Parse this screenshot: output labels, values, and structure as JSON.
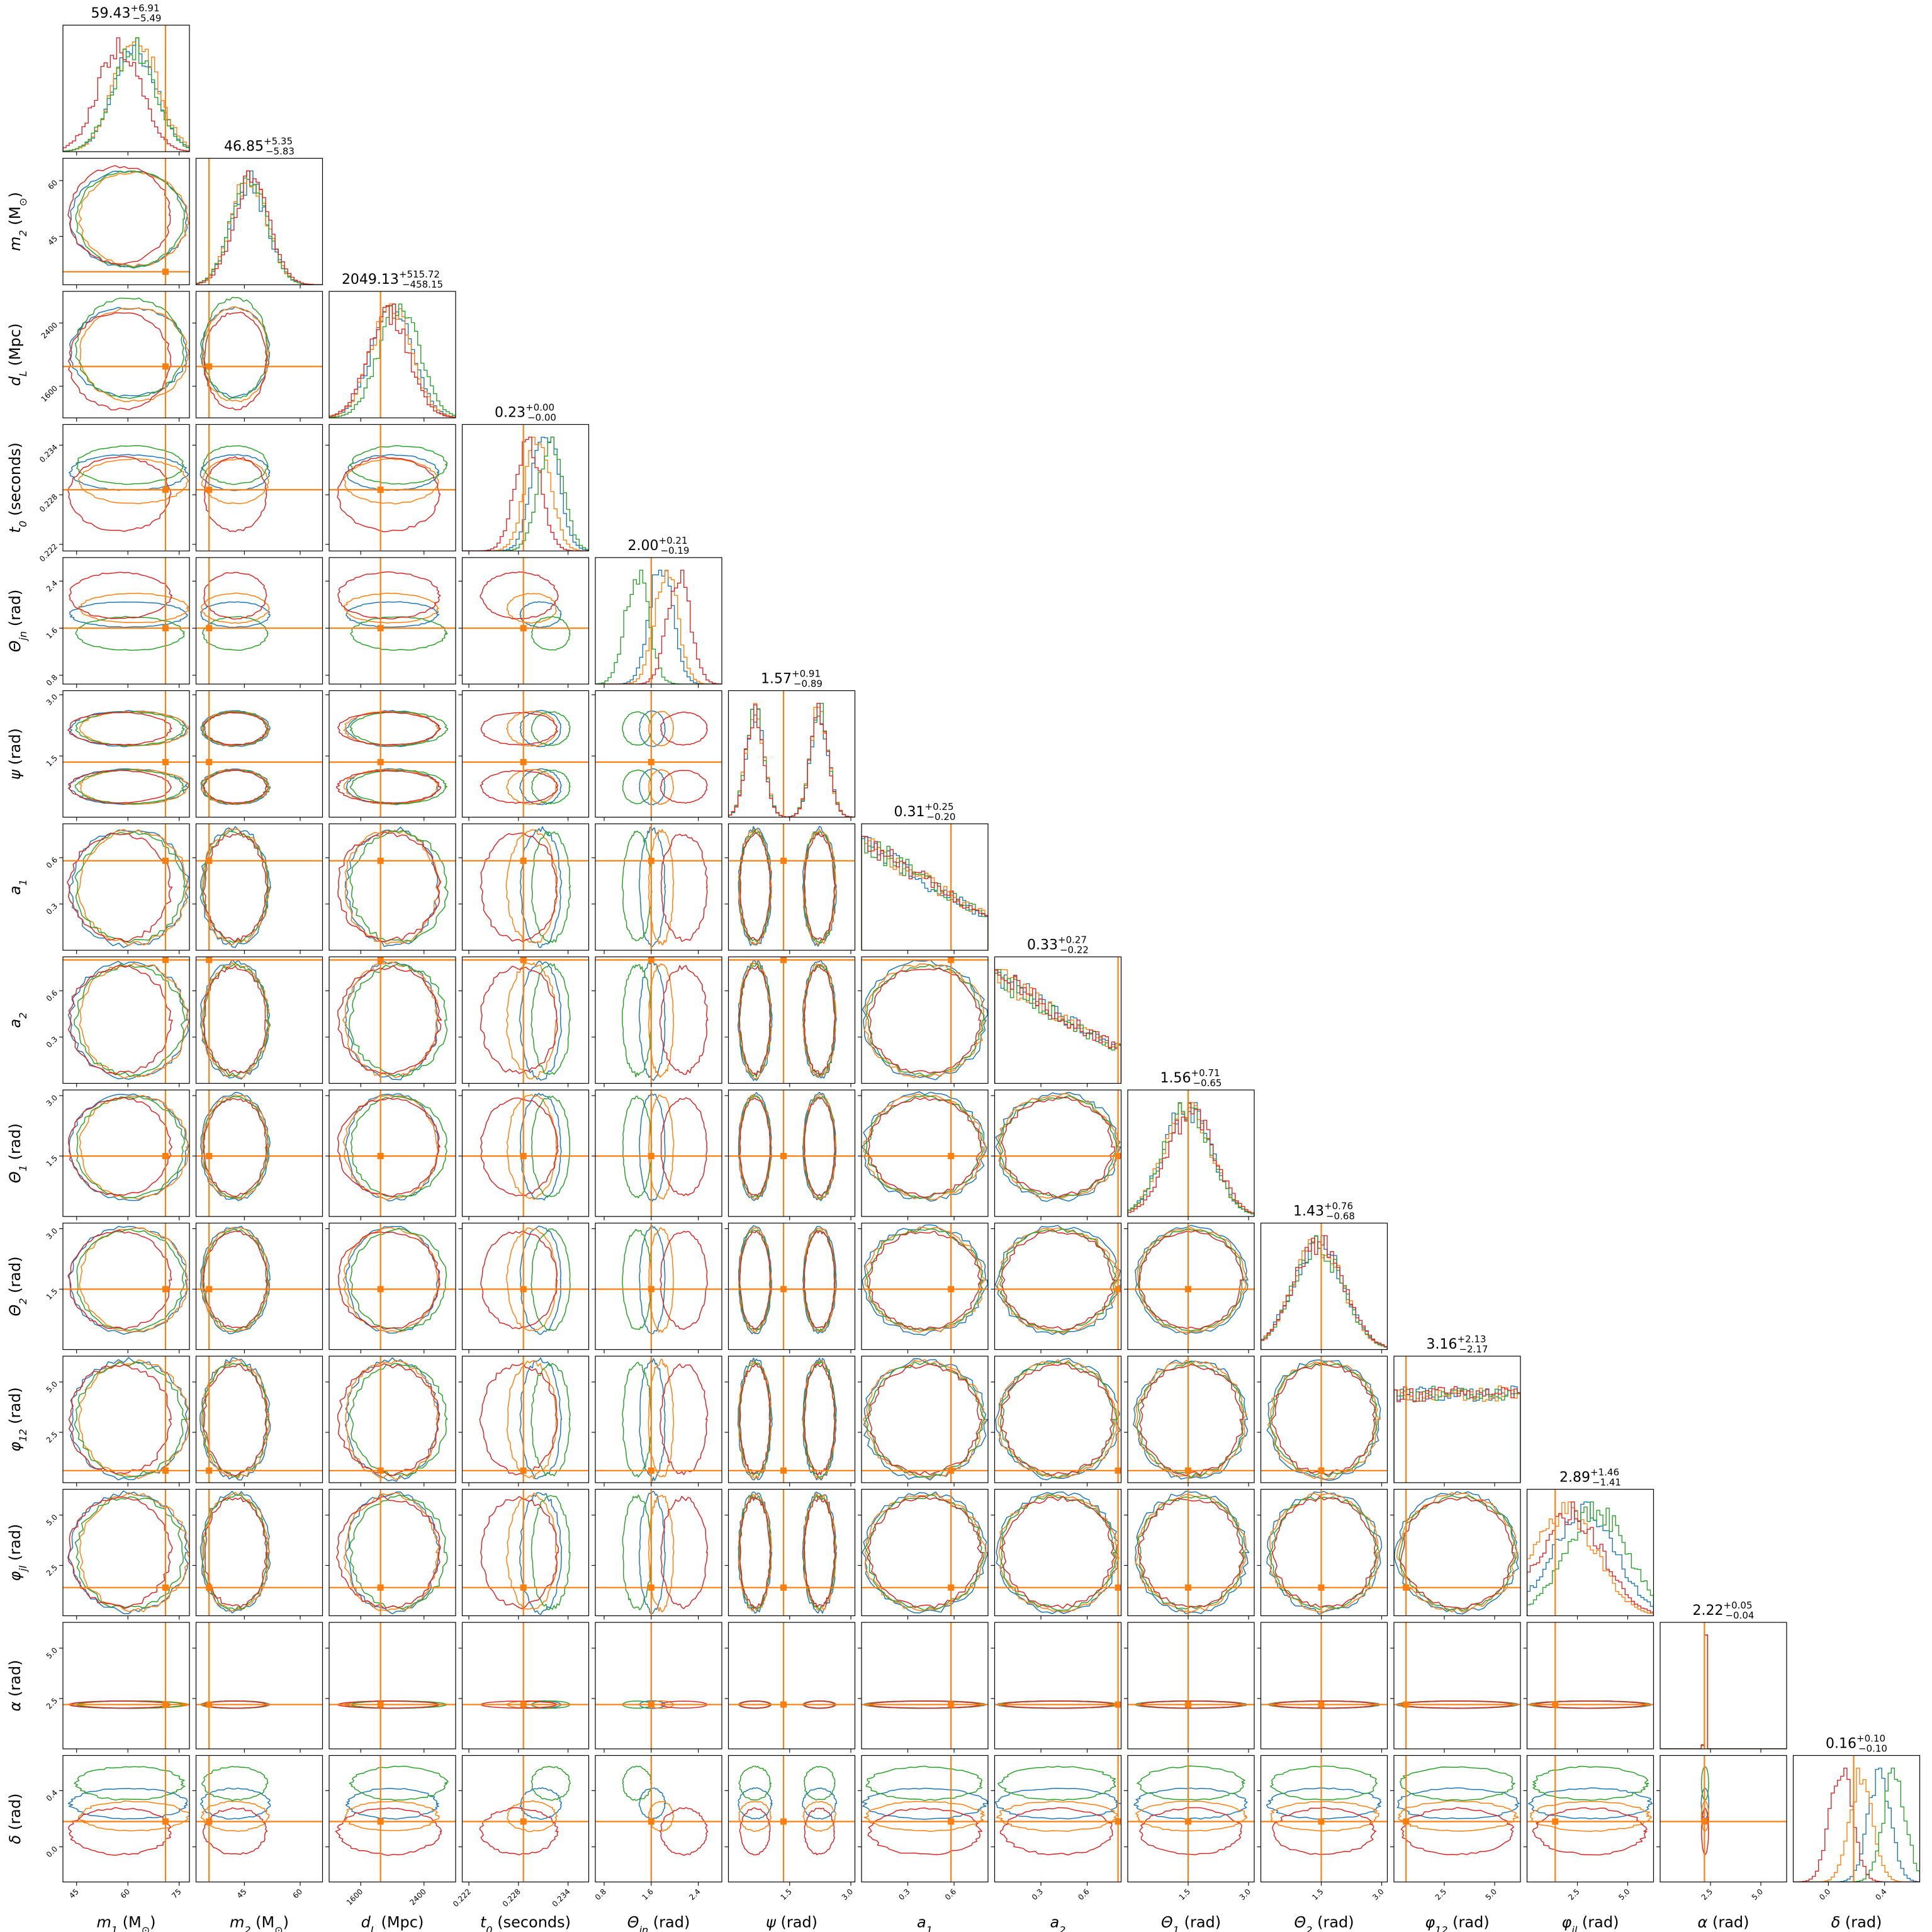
{
  "chart_data": {
    "type": "corner",
    "series": [
      {
        "color": "#1f77b4"
      },
      {
        "color": "#ff7f0e"
      },
      {
        "color": "#2ca02c"
      },
      {
        "color": "#d62728"
      }
    ],
    "truth_color": "#ff7f0e",
    "parameters": [
      {
        "label": "m_1 (M_⊙)",
        "label_base": "m",
        "label_sub": "1",
        "label_unit": " (M",
        "label_unit_sub": "⊙",
        "label_unit_end": ")",
        "range": [
          41,
          78
        ],
        "ticks": [
          45,
          60,
          75
        ],
        "tick_labels": [
          "45",
          "60",
          "75"
        ],
        "truth": 71,
        "median": "59.43",
        "plus": "+6.91",
        "minus": "−5.49"
      },
      {
        "label": "m_2 (M_⊙)",
        "label_base": "m",
        "label_sub": "2",
        "label_unit": " (M",
        "label_unit_sub": "⊙",
        "label_unit_end": ")",
        "range": [
          32,
          66
        ],
        "ticks": [
          45,
          60
        ],
        "tick_labels": [
          "45",
          "60"
        ],
        "truth": 35.5,
        "median": "46.85",
        "plus": "+5.35",
        "minus": "−5.83"
      },
      {
        "label": "d_L (Mpc)",
        "label_base": "d",
        "label_sub": "L",
        "label_unit": " (Mpc)",
        "range": [
          1200,
          2800
        ],
        "ticks": [
          1600,
          2400
        ],
        "tick_labels": [
          "1600",
          "2400"
        ],
        "truth": 1850,
        "median": "2049.13",
        "plus": "+515.72",
        "minus": "−458.15"
      },
      {
        "label": "t_0 (seconds)",
        "label_base": "t",
        "label_sub": "0",
        "label_unit": " (seconds)",
        "range": [
          0.2212,
          0.2365
        ],
        "ticks": [
          0.222,
          0.228,
          0.234
        ],
        "tick_labels": [
          "0.222",
          "0.228",
          "0.234"
        ],
        "truth": 0.2286,
        "median": "0.23",
        "plus": "+0.00",
        "minus": "−0.00"
      },
      {
        "label": "Θ_jn (rad)",
        "label_base": "Θ",
        "label_sub": "jn",
        "label_unit": " (rad)",
        "range": [
          0.65,
          2.8
        ],
        "ticks": [
          0.8,
          1.6,
          2.4
        ],
        "tick_labels": [
          "0.8",
          "1.6",
          "2.4"
        ],
        "truth": 1.6,
        "median": "2.00",
        "plus": "+0.21",
        "minus": "−0.19"
      },
      {
        "label": "ψ (rad)",
        "label_base": "ψ",
        "label_sub": "",
        "label_unit": " (rad)",
        "range": [
          0,
          3.1
        ],
        "ticks": [
          1.5,
          3.0
        ],
        "tick_labels": [
          "1.5",
          "3.0"
        ],
        "truth": 1.35,
        "median": "1.57",
        "plus": "+0.91",
        "minus": "−0.89"
      },
      {
        "label": "a_1",
        "label_base": "a",
        "label_sub": "1",
        "label_unit": "",
        "range": [
          0,
          0.82
        ],
        "ticks": [
          0.3,
          0.6
        ],
        "tick_labels": [
          "0.3",
          "0.6"
        ],
        "truth": 0.58,
        "median": "0.31",
        "plus": "+0.25",
        "minus": "−0.20"
      },
      {
        "label": "a_2",
        "label_base": "a",
        "label_sub": "2",
        "label_unit": "",
        "range": [
          0,
          0.82
        ],
        "ticks": [
          0.3,
          0.6
        ],
        "tick_labels": [
          "0.3",
          "0.6"
        ],
        "truth": 0.8,
        "median": "0.33",
        "plus": "+0.27",
        "minus": "−0.22"
      },
      {
        "label": "Θ_1 (rad)",
        "label_base": "Θ",
        "label_sub": "1",
        "label_unit": " (rad)",
        "range": [
          0,
          3.14
        ],
        "ticks": [
          1.5,
          3.0
        ],
        "tick_labels": [
          "1.5",
          "3.0"
        ],
        "truth": 1.5,
        "median": "1.56",
        "plus": "+0.71",
        "minus": "−0.65"
      },
      {
        "label": "Θ_2 (rad)",
        "label_base": "Θ",
        "label_sub": "2",
        "label_unit": " (rad)",
        "range": [
          0,
          3.14
        ],
        "ticks": [
          1.5,
          3.0
        ],
        "tick_labels": [
          "1.5",
          "3.0"
        ],
        "truth": 1.5,
        "median": "1.43",
        "plus": "+0.76",
        "minus": "−0.68"
      },
      {
        "label": "φ_12 (rad)",
        "label_base": "φ",
        "label_sub": "12",
        "label_unit": " (rad)",
        "range": [
          0,
          6.28
        ],
        "ticks": [
          2.5,
          5.0
        ],
        "tick_labels": [
          "2.5",
          "5.0"
        ],
        "truth": 0.6,
        "median": "3.16",
        "plus": "+2.13",
        "minus": "−2.17"
      },
      {
        "label": "φ_jl (rad)",
        "label_base": "φ",
        "label_sub": "jl",
        "label_unit": " (rad)",
        "range": [
          0,
          6.28
        ],
        "ticks": [
          2.5,
          5.0
        ],
        "tick_labels": [
          "2.5",
          "5.0"
        ],
        "truth": 1.4,
        "median": "2.89",
        "plus": "+1.46",
        "minus": "−1.41"
      },
      {
        "label": "α (rad)",
        "label_base": "α",
        "label_sub": "",
        "label_unit": " (rad)",
        "range": [
          0,
          6.28
        ],
        "ticks": [
          2.5,
          5.0
        ],
        "tick_labels": [
          "2.5",
          "5.0"
        ],
        "truth": 2.2,
        "median": "2.22",
        "plus": "+0.05",
        "minus": "−0.04"
      },
      {
        "label": "δ (rad)",
        "label_base": "δ",
        "label_sub": "",
        "label_unit": " (rad)",
        "range": [
          -0.25,
          0.65
        ],
        "ticks": [
          0.0,
          0.4
        ],
        "tick_labels": [
          "0.0",
          "0.4"
        ],
        "truth": 0.18,
        "median": "0.16",
        "plus": "+0.10",
        "minus": "−0.10"
      }
    ]
  }
}
